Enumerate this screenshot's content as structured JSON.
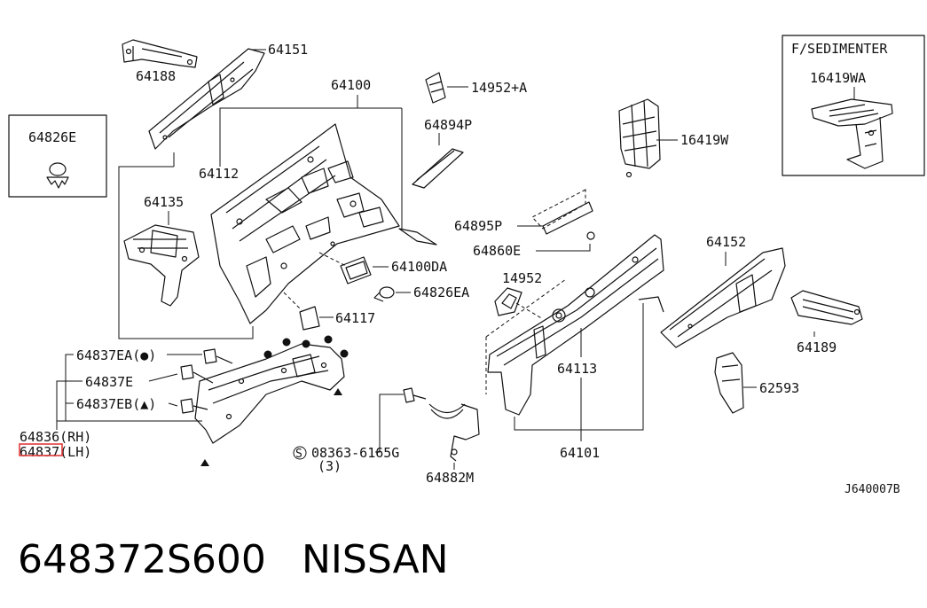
{
  "diagram_code": "J640007B",
  "inset": {
    "title": "F/SEDIMENTER",
    "part": "16419WA"
  },
  "part_labels": {
    "p64151": "64151",
    "p64188": "64188",
    "p64100": "64100",
    "p14952A": "14952+A",
    "p64894P": "64894P",
    "p16419W": "16419W",
    "p64826E": "64826E",
    "p64112": "64112",
    "p64135": "64135",
    "p64895P": "64895P",
    "p64860E": "64860E",
    "p64152": "64152",
    "p64100DA": "64100DA",
    "p14952": "14952",
    "p64826EA": "64826EA",
    "p64117": "64117",
    "p64189": "64189",
    "p64113": "64113",
    "p62593": "62593",
    "p64837EA": "64837EA(●)",
    "p64837E": "64837E",
    "p64837EB": "64837EB(▲)",
    "p64836": "64836(RH)",
    "p64837": "64837(LH)",
    "p08363": "08363-6165G",
    "p08363_qty": "(3)",
    "p64101": "64101",
    "p64882M": "64882M"
  },
  "highlight": {
    "label_key": "p64837",
    "color": "#e23a3a"
  },
  "caption": {
    "part_number": "648372S600",
    "brand": "NISSAN"
  }
}
